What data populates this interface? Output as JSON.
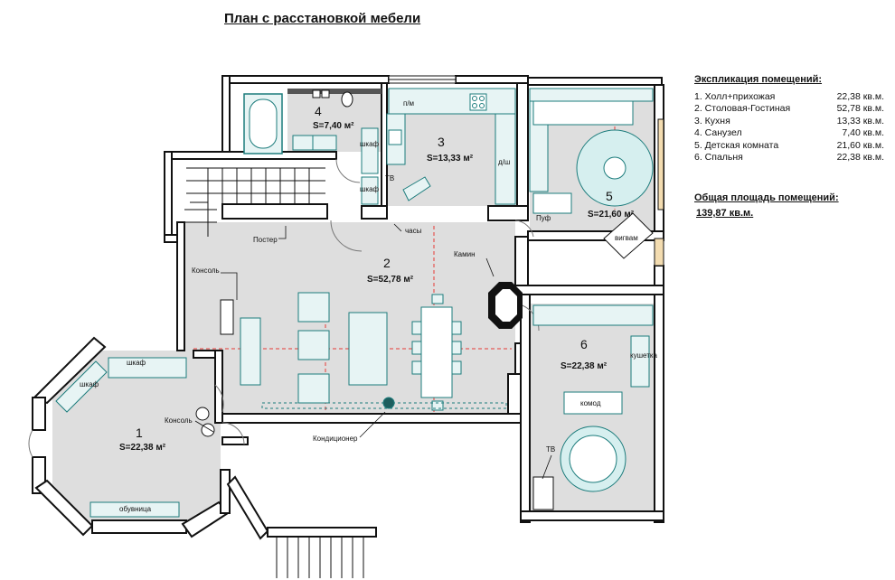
{
  "title": "План с расстановкой мебели",
  "explication": {
    "title": "Экспликация помещений:",
    "rows": [
      {
        "name": "1. Холл+прихожая",
        "area": "22,38 кв.м."
      },
      {
        "name": "2. Столовая-Гостиная",
        "area": "52,78 кв.м."
      },
      {
        "name": "3. Кухня",
        "area": "13,33 кв.м."
      },
      {
        "name": "4. Санузел",
        "area": "7,40 кв.м."
      },
      {
        "name": "5. Детская комната",
        "area": "21,60 кв.м."
      },
      {
        "name": "6. Спальня",
        "area": "22,38 кв.м."
      }
    ],
    "total_title": "Общая площадь помещений:",
    "total_value": "139,87 кв.м."
  },
  "rooms": [
    {
      "number": "1",
      "area": "S=22,38 м²"
    },
    {
      "number": "2",
      "area": "S=52,78 м²"
    },
    {
      "number": "3",
      "area": "S=13,33 м²"
    },
    {
      "number": "4",
      "area": "S=7,40 м²"
    },
    {
      "number": "5",
      "area": "S=21,60 м²"
    },
    {
      "number": "6",
      "area": "S=22,38 м²"
    }
  ],
  "labels": {
    "shkaf": "шкаф",
    "konsol": "Консоль",
    "obuvnitsa": "обувница",
    "poster": "Постер",
    "chasy": "часы",
    "tv": "ТВ",
    "kamin": "Камин",
    "konditsioner": "Кондиционер",
    "komod": "комод",
    "kushetka": "кушетка",
    "puf": "Пуф",
    "vigvam": "вигвам",
    "pm": "п/м",
    "dsh": "д/ш"
  }
}
